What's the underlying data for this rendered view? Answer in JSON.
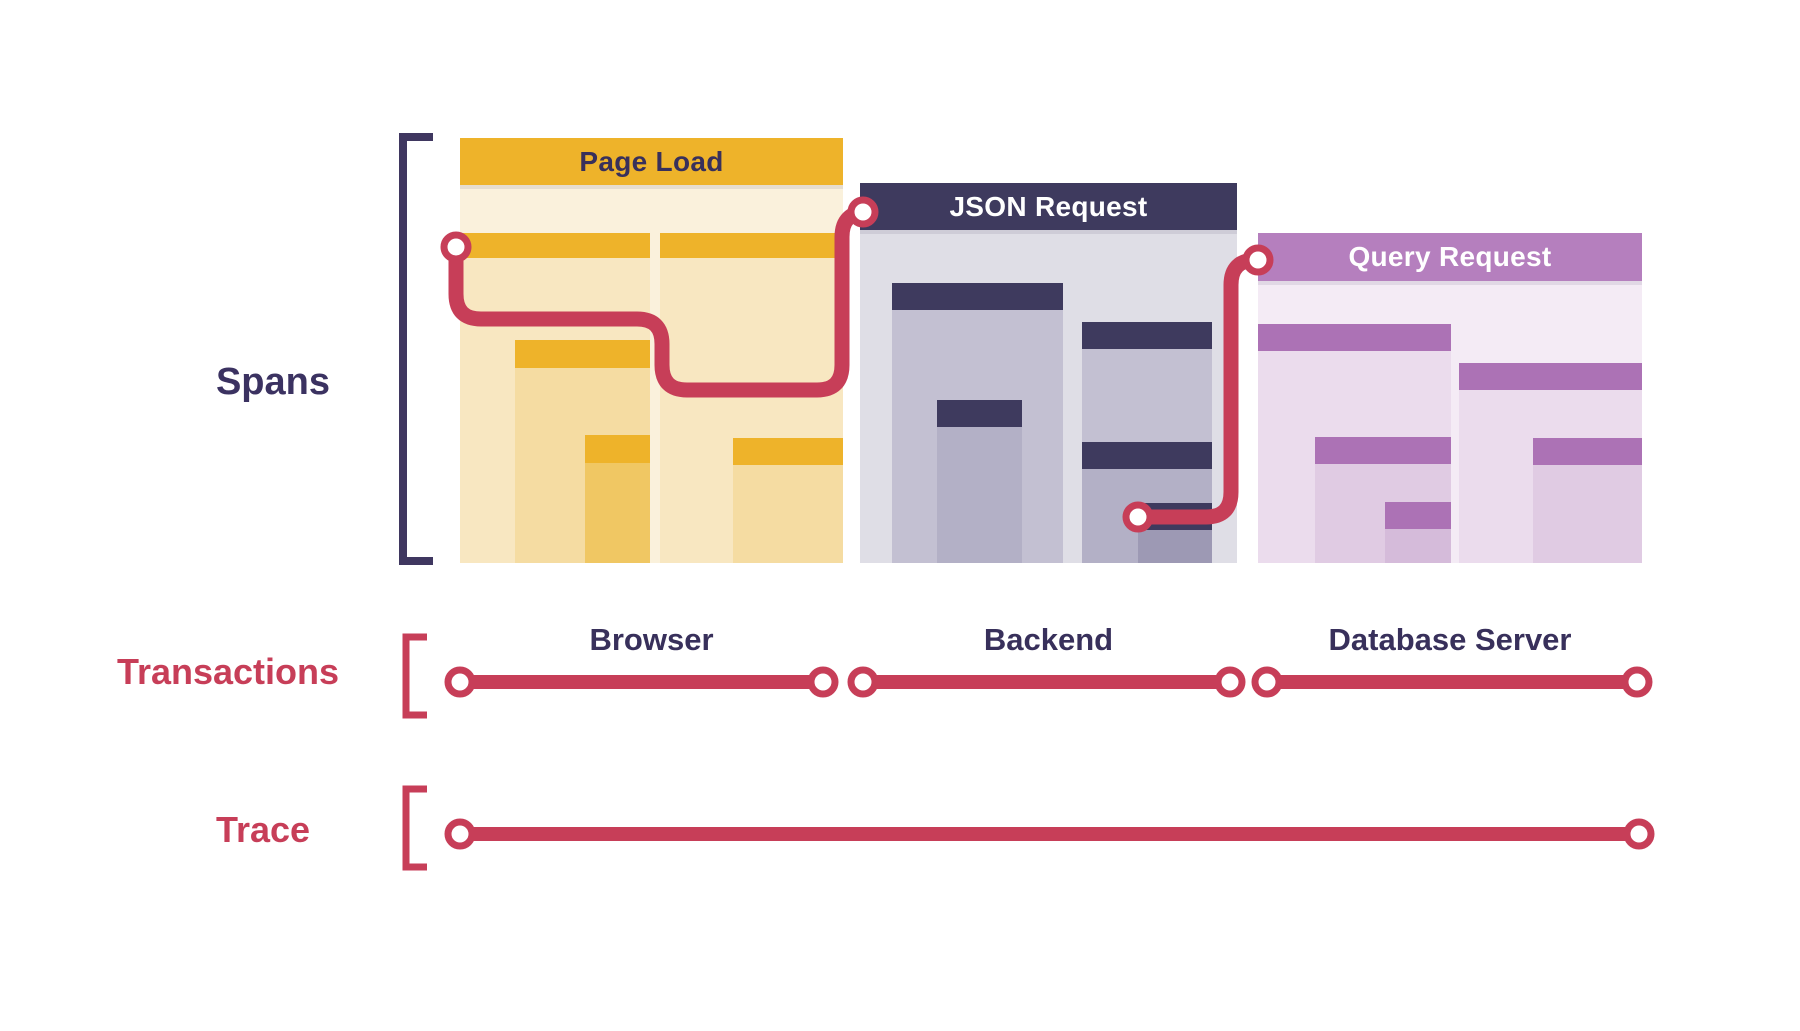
{
  "legend": {
    "spans_label": "Spans",
    "transactions_label": "Transactions",
    "trace_label": "Trace"
  },
  "panels": [
    {
      "title": "Page Load",
      "service": "Browser"
    },
    {
      "title": "JSON Request",
      "service": "Backend"
    },
    {
      "title": "Query Request",
      "service": "Database Server"
    }
  ],
  "colors": {
    "accent_red": "#C73E58",
    "gold": "#EEB32A",
    "navy": "#3E3A5E",
    "purple": "#B57FBE",
    "cream_body": "#FAF1DC",
    "gray_body": "#DFDEE6",
    "lavender_body": "#F4EBF5",
    "label_navy": "#3B3261"
  }
}
